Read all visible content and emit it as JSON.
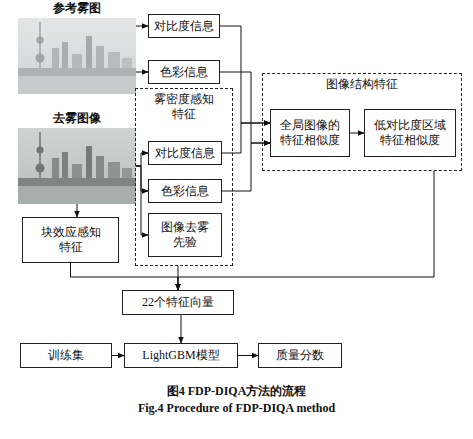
{
  "diagram": {
    "caption": "图4 FDP-DIQA方法的流程",
    "nodes": [
      {
        "text": [
          "参考雾图"
        ]
      },
      {
        "text": [
          "对比度信息"
        ]
      },
      {
        "text": [
          "色彩信息"
        ]
      },
      {
        "text": [
          "去雾图像"
        ]
      },
      {
        "text": [
          "雾密度感知 特征"
        ]
      },
      {
        "text": [
          "对比度信息"
        ],
        "in": 4
      },
      {
        "text": [
          "色彩信息"
        ],
        "in": 4
      },
      {
        "text": [
          "图像去雾 先验"
        ],
        "in": 4
      },
      {
        "text": [
          "图像结构特征"
        ]
      },
      {
        "text": [
          "全局图像的 特征相似度"
        ],
        "in": 8
      },
      {
        "text": [
          "低对比度区域 特征相似度"
        ],
        "in": 8
      },
      {
        "text": [
          "块效应感知 特征"
        ]
      },
      {
        "text": [
          "22个特征向量"
        ]
      },
      {
        "text": [
          "训练集"
        ]
      },
      {
        "text": [
          "LightGBM模型"
        ]
      },
      {
        "text": [
          "质量分数"
        ]
      }
    ],
    "edges": [
      {
        "from": 0,
        "to": 1,
        "arrow": "to"
      },
      {
        "from": 0,
        "to": 2,
        "arrow": "to"
      },
      {
        "from": 3,
        "to": 5,
        "arrow": "to"
      },
      {
        "from": 3,
        "to": 6,
        "arrow": "to"
      },
      {
        "from": 3,
        "to": 7,
        "arrow": "to"
      },
      {
        "from": 3,
        "to": 11,
        "arrow": "to"
      },
      {
        "from": 1,
        "to": 9,
        "arrow": "to"
      },
      {
        "from": 5,
        "to": 9,
        "arrow": "to"
      },
      {
        "from": 2,
        "to": 9,
        "arrow": "to"
      },
      {
        "from": 6,
        "to": 9,
        "arrow": "to"
      },
      {
        "from": 9,
        "to": 10,
        "arrow": "to"
      },
      {
        "from": 4,
        "to": 12,
        "arrow": "to"
      },
      {
        "from": 11,
        "to": 12,
        "arrow": "to"
      },
      {
        "from": 8,
        "to": 12,
        "arrow": "to"
      },
      {
        "from": 12,
        "to": 14,
        "arrow": "to"
      },
      {
        "from": 13,
        "to": 14,
        "arrow": "to"
      },
      {
        "from": 14,
        "to": 15,
        "arrow": "to"
      }
    ],
    "labels": [
      "Fig.4 Procedure of FDP-DIQA method"
    ]
  }
}
